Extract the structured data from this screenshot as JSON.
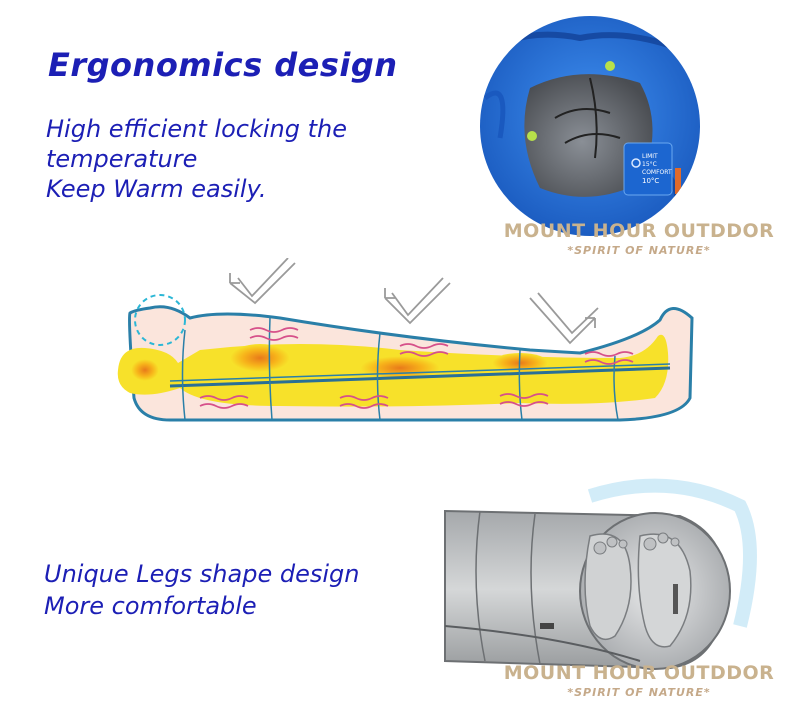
{
  "heading": "Ergonomics design",
  "desc1": [
    "High efficient locking the",
    "temperature",
    "Keep Warm easily."
  ],
  "desc2": [
    "Unique Legs shape design",
    "More comfortable"
  ],
  "watermark": {
    "brand": "MOUNT HOUR OUTDDOR",
    "tagline": "*SPIRIT OF NATURE*"
  },
  "hood_label": [
    "LIMIT",
    "15°C",
    "COMFORT",
    "10°C"
  ],
  "colors": {
    "text": "#1c1fb5",
    "bag_blue": "#1f6fd8",
    "outline": "#2a7fa8",
    "heat": "#f5d10a",
    "watermark": "#c9b28e"
  }
}
